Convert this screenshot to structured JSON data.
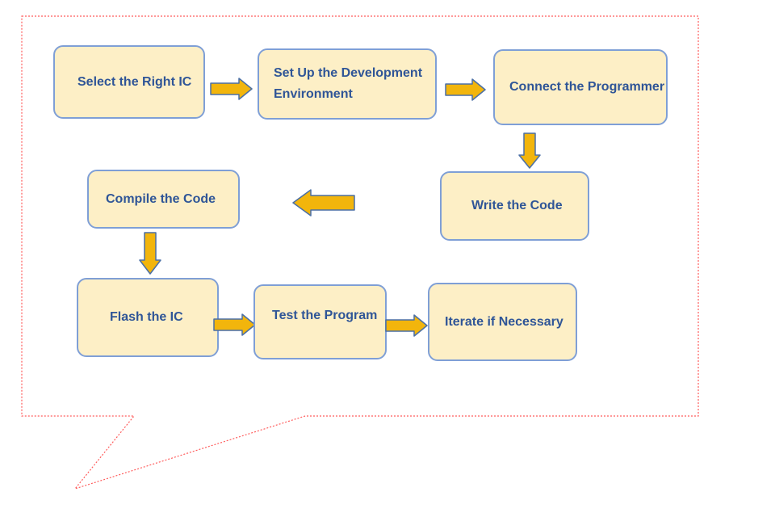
{
  "diagram": {
    "steps": [
      {
        "id": "select-ic",
        "label": "Select the Right IC"
      },
      {
        "id": "setup-env",
        "label": "Set Up the Development Environment"
      },
      {
        "id": "connect-programmer",
        "label": "Connect the Programmer"
      },
      {
        "id": "write-code",
        "label": "Write the Code"
      },
      {
        "id": "compile-code",
        "label": "Compile the Code"
      },
      {
        "id": "flash-ic",
        "label": "Flash the IC"
      },
      {
        "id": "test-program",
        "label": "Test the Program"
      },
      {
        "id": "iterate",
        "label": "Iterate if Necessary"
      }
    ],
    "colors": {
      "box_fill": "#fdefc6",
      "box_border": "#7f9fd6",
      "text": "#2f5597",
      "arrow_fill": "#f2b50c",
      "arrow_stroke": "#4a6fa5",
      "callout_border": "#ff5c5c"
    }
  }
}
